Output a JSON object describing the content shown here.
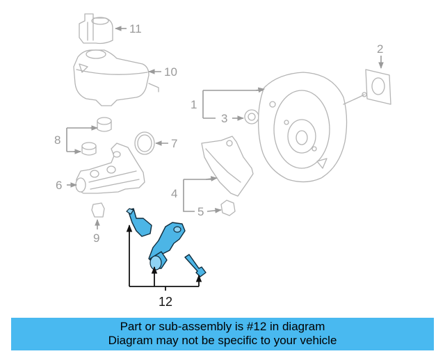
{
  "callouts": [
    "1",
    "2",
    "3",
    "4",
    "5",
    "6",
    "7",
    "8",
    "9",
    "10",
    "11",
    "12"
  ],
  "highlighted_part": "12",
  "colors": {
    "highlight": "#4cb5e6",
    "banner": "#49b9f0",
    "ghost": "#b4b4b4"
  },
  "banner": {
    "line1": "Part or sub-assembly is #12 in diagram",
    "line2": "Diagram may not be specific to your vehicle"
  }
}
